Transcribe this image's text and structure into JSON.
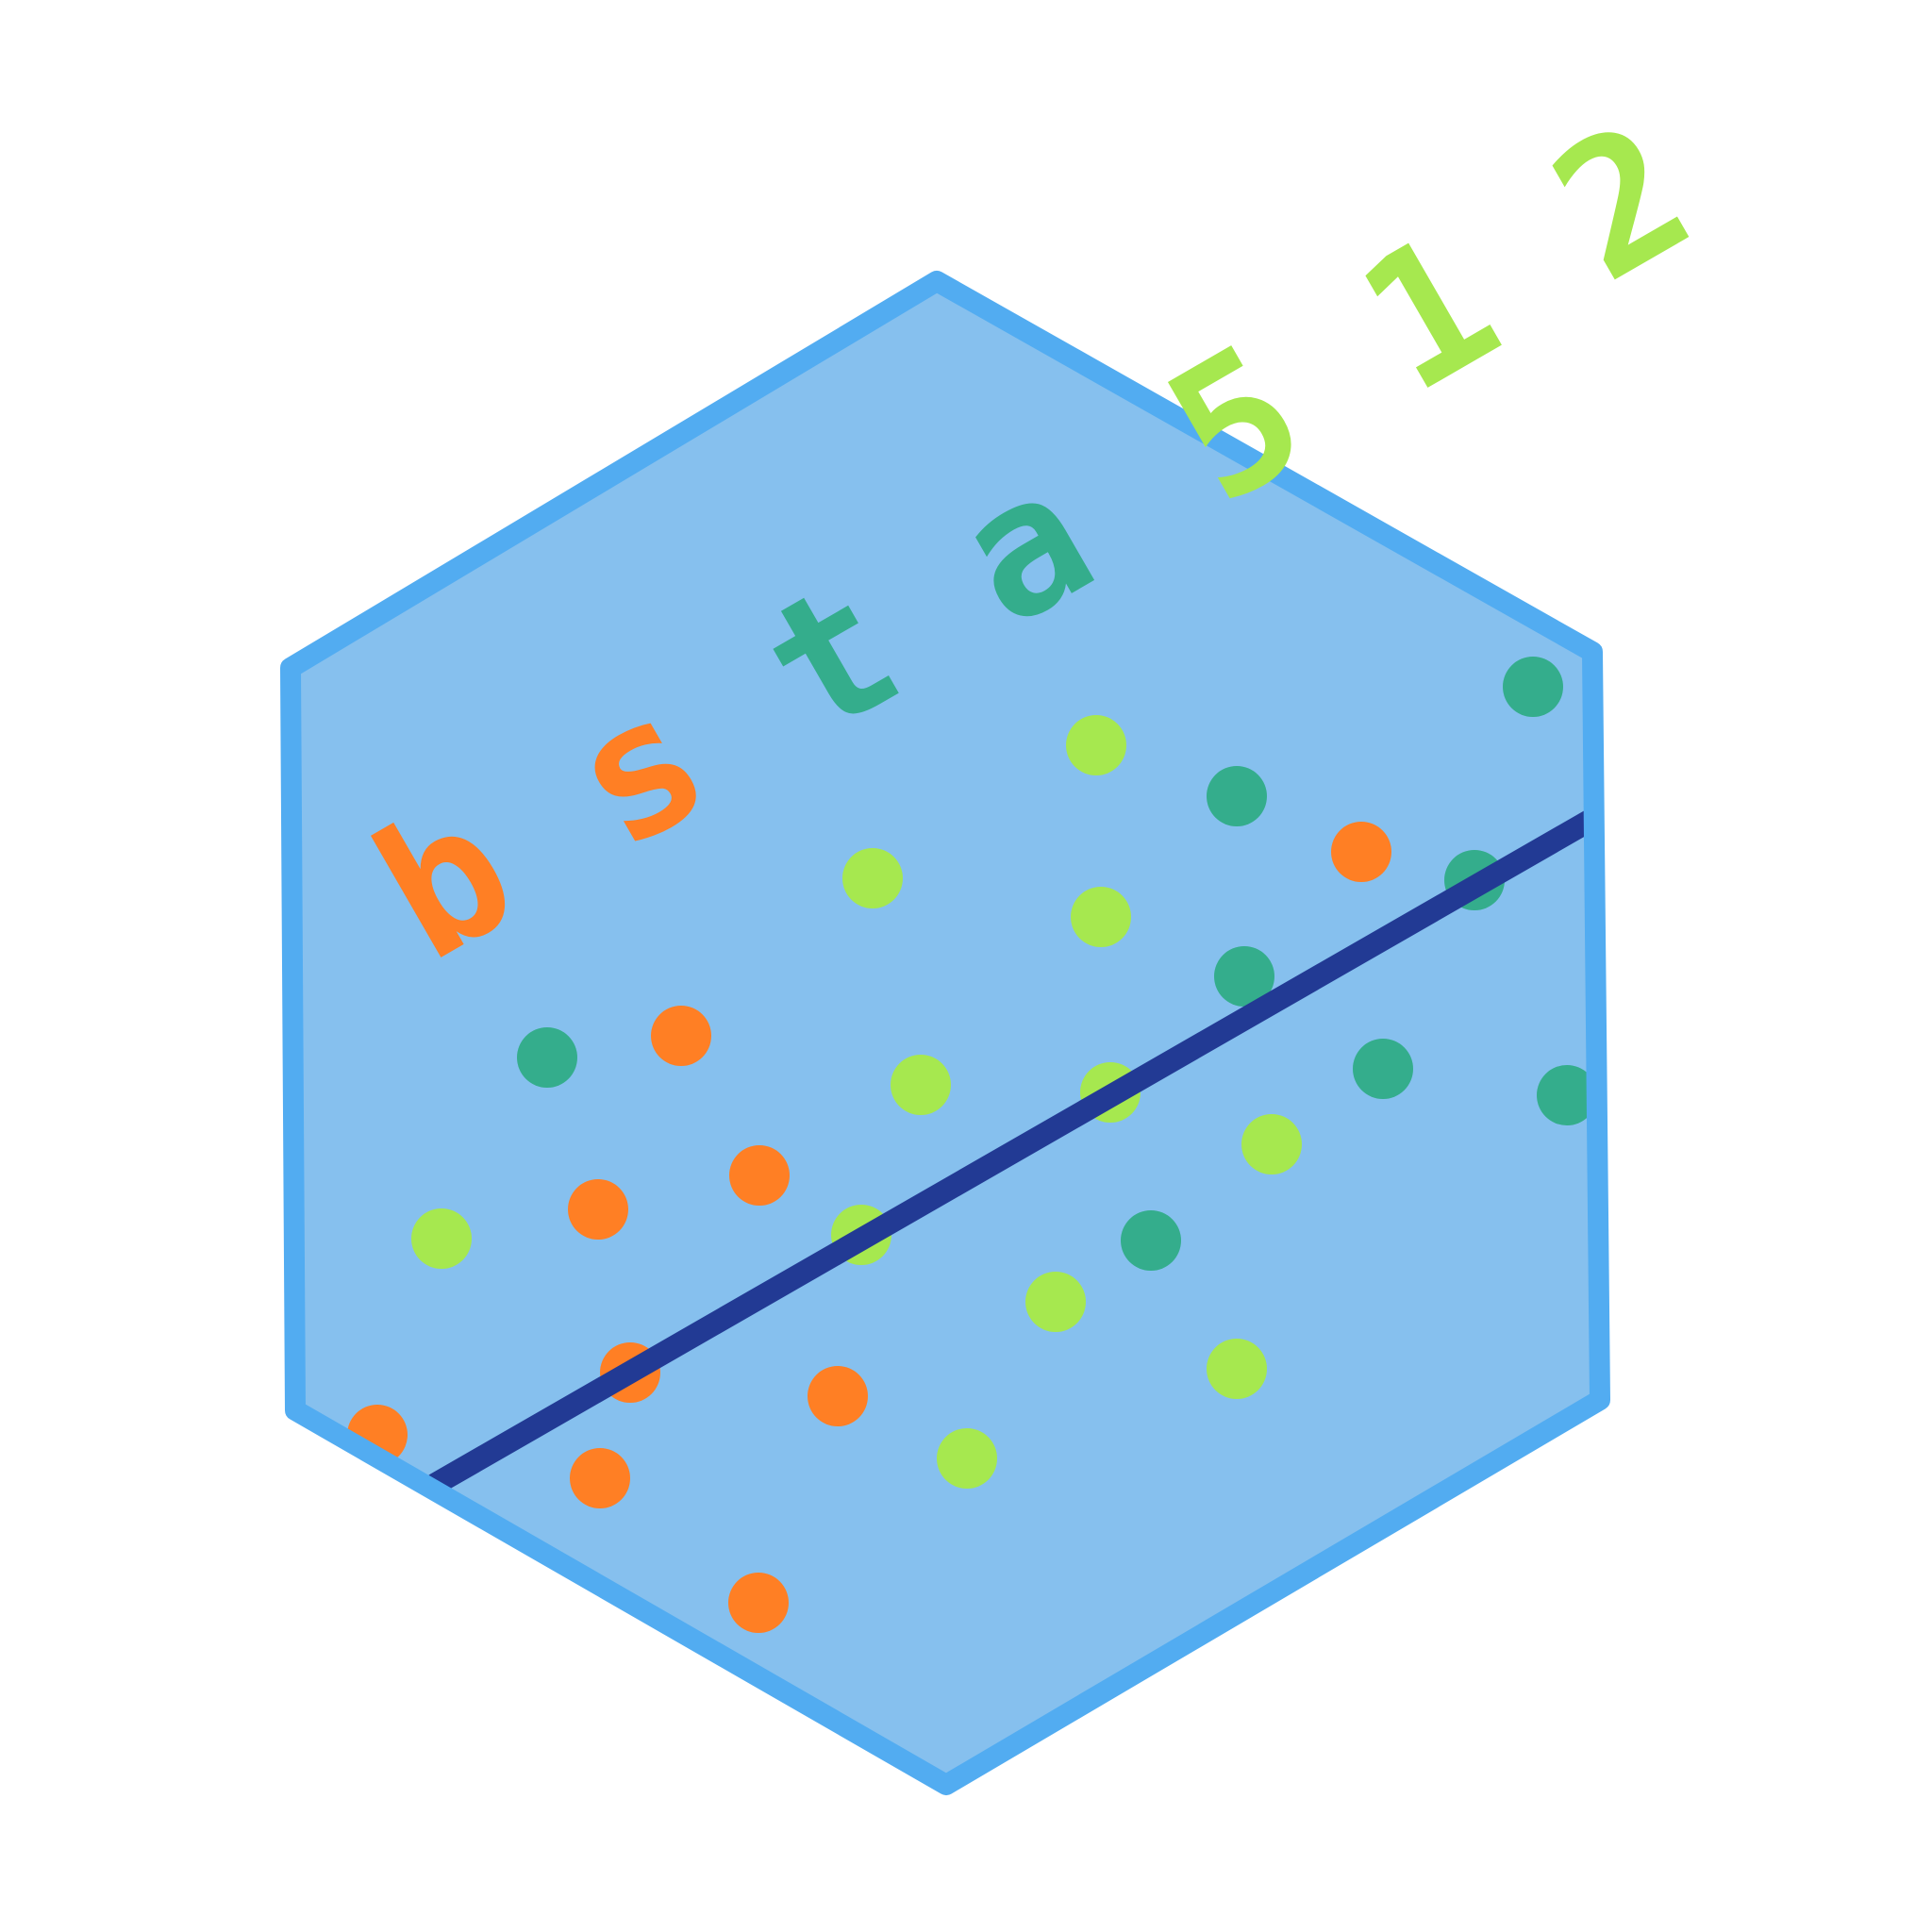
{
  "logo": {
    "word": "bsta",
    "number": "512",
    "letters": [
      {
        "char": "b",
        "color": "#ff7f24"
      },
      {
        "char": "s",
        "color": "#ff7f24"
      },
      {
        "char": "t",
        "color": "#34ad8c"
      },
      {
        "char": "a",
        "color": "#34ad8c"
      },
      {
        "char": "5",
        "color": "#a6e84f"
      },
      {
        "char": "1",
        "color": "#a6e84f"
      },
      {
        "char": "2",
        "color": "#a6e84f"
      }
    ]
  },
  "colors": {
    "hexagon_fill": "#86c0ee",
    "hexagon_border": "#52acf1",
    "regression_line": "#223a94",
    "dot_orange": "#ff7f24",
    "dot_teal": "#34ad8c",
    "dot_lime": "#a6e84f",
    "background": "#ffffff"
  },
  "scatter_groups": [
    "orange",
    "teal",
    "lime"
  ]
}
